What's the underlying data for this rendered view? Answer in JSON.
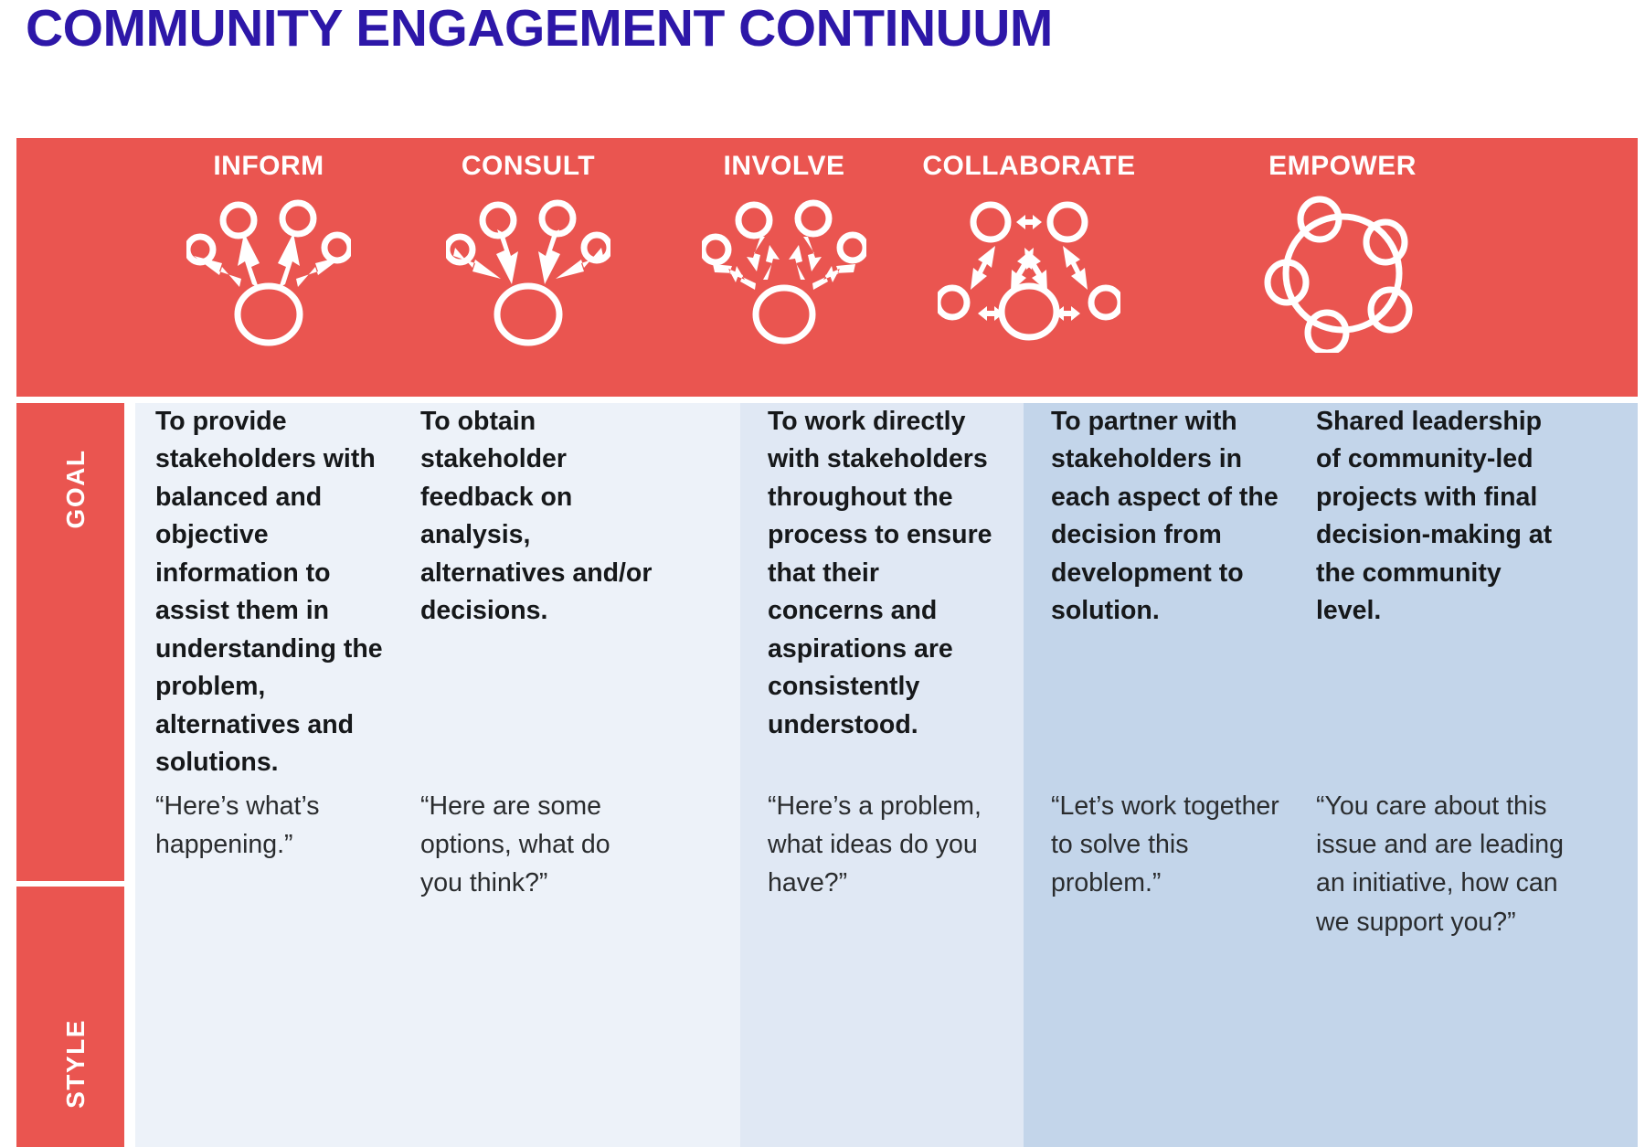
{
  "page": {
    "title": "COMMUNITY ENGAGEMENT CONTINUUM",
    "title_color": "#2d17a8",
    "header_band_color": "#ea5550",
    "rail_color": "#ea5550",
    "column_bg_light": "#edf2f9",
    "column_bg_mid": "#e0e8f4",
    "column_bg_blue": "#c3d5ea"
  },
  "row_labels": {
    "goal": "GOAL",
    "style": "STYLE"
  },
  "columns": [
    {
      "id": "inform",
      "header": "INFORM",
      "icon": "hub-arrows-outward-icon",
      "goal": "To provide stakeholders with balanced and objective information to assist them in understanding the problem, alternatives and solutions.",
      "style": "“Here’s what’s happening.”"
    },
    {
      "id": "consult",
      "header": "CONSULT",
      "icon": "hub-arrows-inward-icon",
      "goal": "To obtain stakeholder feedback on analysis, alternatives and/or decisions.",
      "style": "“Here are some options, what do you think?”"
    },
    {
      "id": "involve",
      "header": "INVOLVE",
      "icon": "hub-arrows-bidirectional-icon",
      "goal": "To work directly with stakeholders throughout the process to ensure that their concerns and aspirations are consistently understood.",
      "style": "“Here’s a problem, what ideas do you have?”"
    },
    {
      "id": "collaborate",
      "header": "COLLABORATE",
      "icon": "network-arrows-mesh-icon",
      "goal": "To partner with stakeholders in each aspect of the decision from development to solution.",
      "style": "“Let’s work together to solve this problem.”"
    },
    {
      "id": "empower",
      "header": "EMPOWER",
      "icon": "circle-of-nodes-ring-icon",
      "goal": "Shared leadership of community-led projects with final decision-making at the community level.",
      "style": "“You care about this issue and are leading an initiative, how can we support you?”"
    }
  ]
}
